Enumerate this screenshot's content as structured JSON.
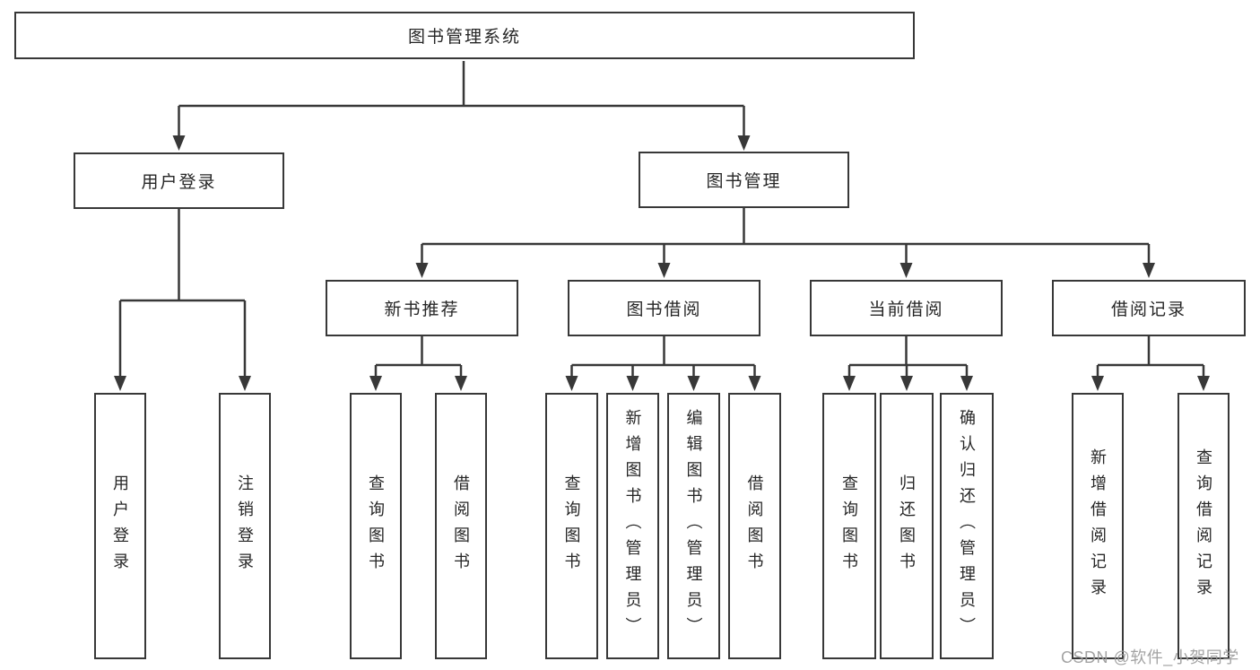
{
  "diagram": {
    "root": {
      "label": "图书管理系统"
    },
    "level2": [
      {
        "label": "用户登录"
      },
      {
        "label": "图书管理"
      }
    ],
    "level3": [
      {
        "label": "新书推荐"
      },
      {
        "label": "图书借阅"
      },
      {
        "label": "当前借阅"
      },
      {
        "label": "借阅记录"
      }
    ],
    "leaves": {
      "login": [
        "用户登录",
        "注销登录"
      ],
      "recommend": [
        "查询图书",
        "借阅图书"
      ],
      "borrow": [
        "查询图书",
        "新增图书（管理员）",
        "编辑图书（管理员）",
        "借阅图书"
      ],
      "current": [
        "查询图书",
        "归还图书",
        "确认归还（管理员）"
      ],
      "records": [
        "新增借阅记录",
        "查询借阅记录"
      ]
    }
  },
  "watermark": {
    "text": "CSDN @软件_小贺同学"
  },
  "colors": {
    "line": "#383838",
    "box_border": "#383838",
    "box_fill": "#ffffff",
    "text": "#262626",
    "watermark": "#9c9c9c",
    "background": "#ffffff"
  }
}
